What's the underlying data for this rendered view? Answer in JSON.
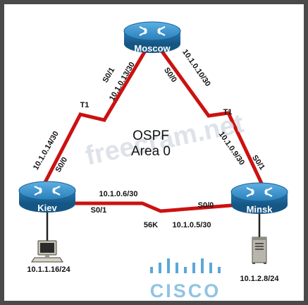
{
  "routers": {
    "moscow": {
      "name": "Moscow"
    },
    "kiev": {
      "name": "Kiev"
    },
    "minsk": {
      "name": "Minsk"
    }
  },
  "links": {
    "moscow_kiev": {
      "moscow_iface": "S0/1",
      "moscow_ip": "10.1.0.13/30",
      "kiev_iface": "S0/0",
      "kiev_ip": "10.1.0.14/30",
      "type": "T1"
    },
    "moscow_minsk": {
      "moscow_iface": "S0/0",
      "moscow_ip": "10.1.0.10/30",
      "minsk_iface": "S0/1",
      "minsk_ip": "10.1.0.9/30",
      "type": "T1"
    },
    "kiev_minsk": {
      "kiev_iface": "S0/1",
      "kiev_ip": "10.1.0.6/30",
      "minsk_iface": "S0/0",
      "minsk_ip": "10.1.0.5/30",
      "speed": "56K"
    }
  },
  "center": {
    "line1": "OSPF",
    "line2": "Area 0"
  },
  "hosts": {
    "pc": {
      "ip": "10.1.1.16/24"
    },
    "server": {
      "ip": "10.1.2.8/24"
    }
  },
  "watermark": {
    "text": "freecram.net"
  },
  "logo": {
    "text": "CISCO"
  },
  "colors": {
    "router_top": "#2e86c0",
    "router_side": "#1d6a9f",
    "link_red": "#cc1111",
    "border": "#4a4a4a",
    "logo_blue": "#5aa8d6"
  }
}
